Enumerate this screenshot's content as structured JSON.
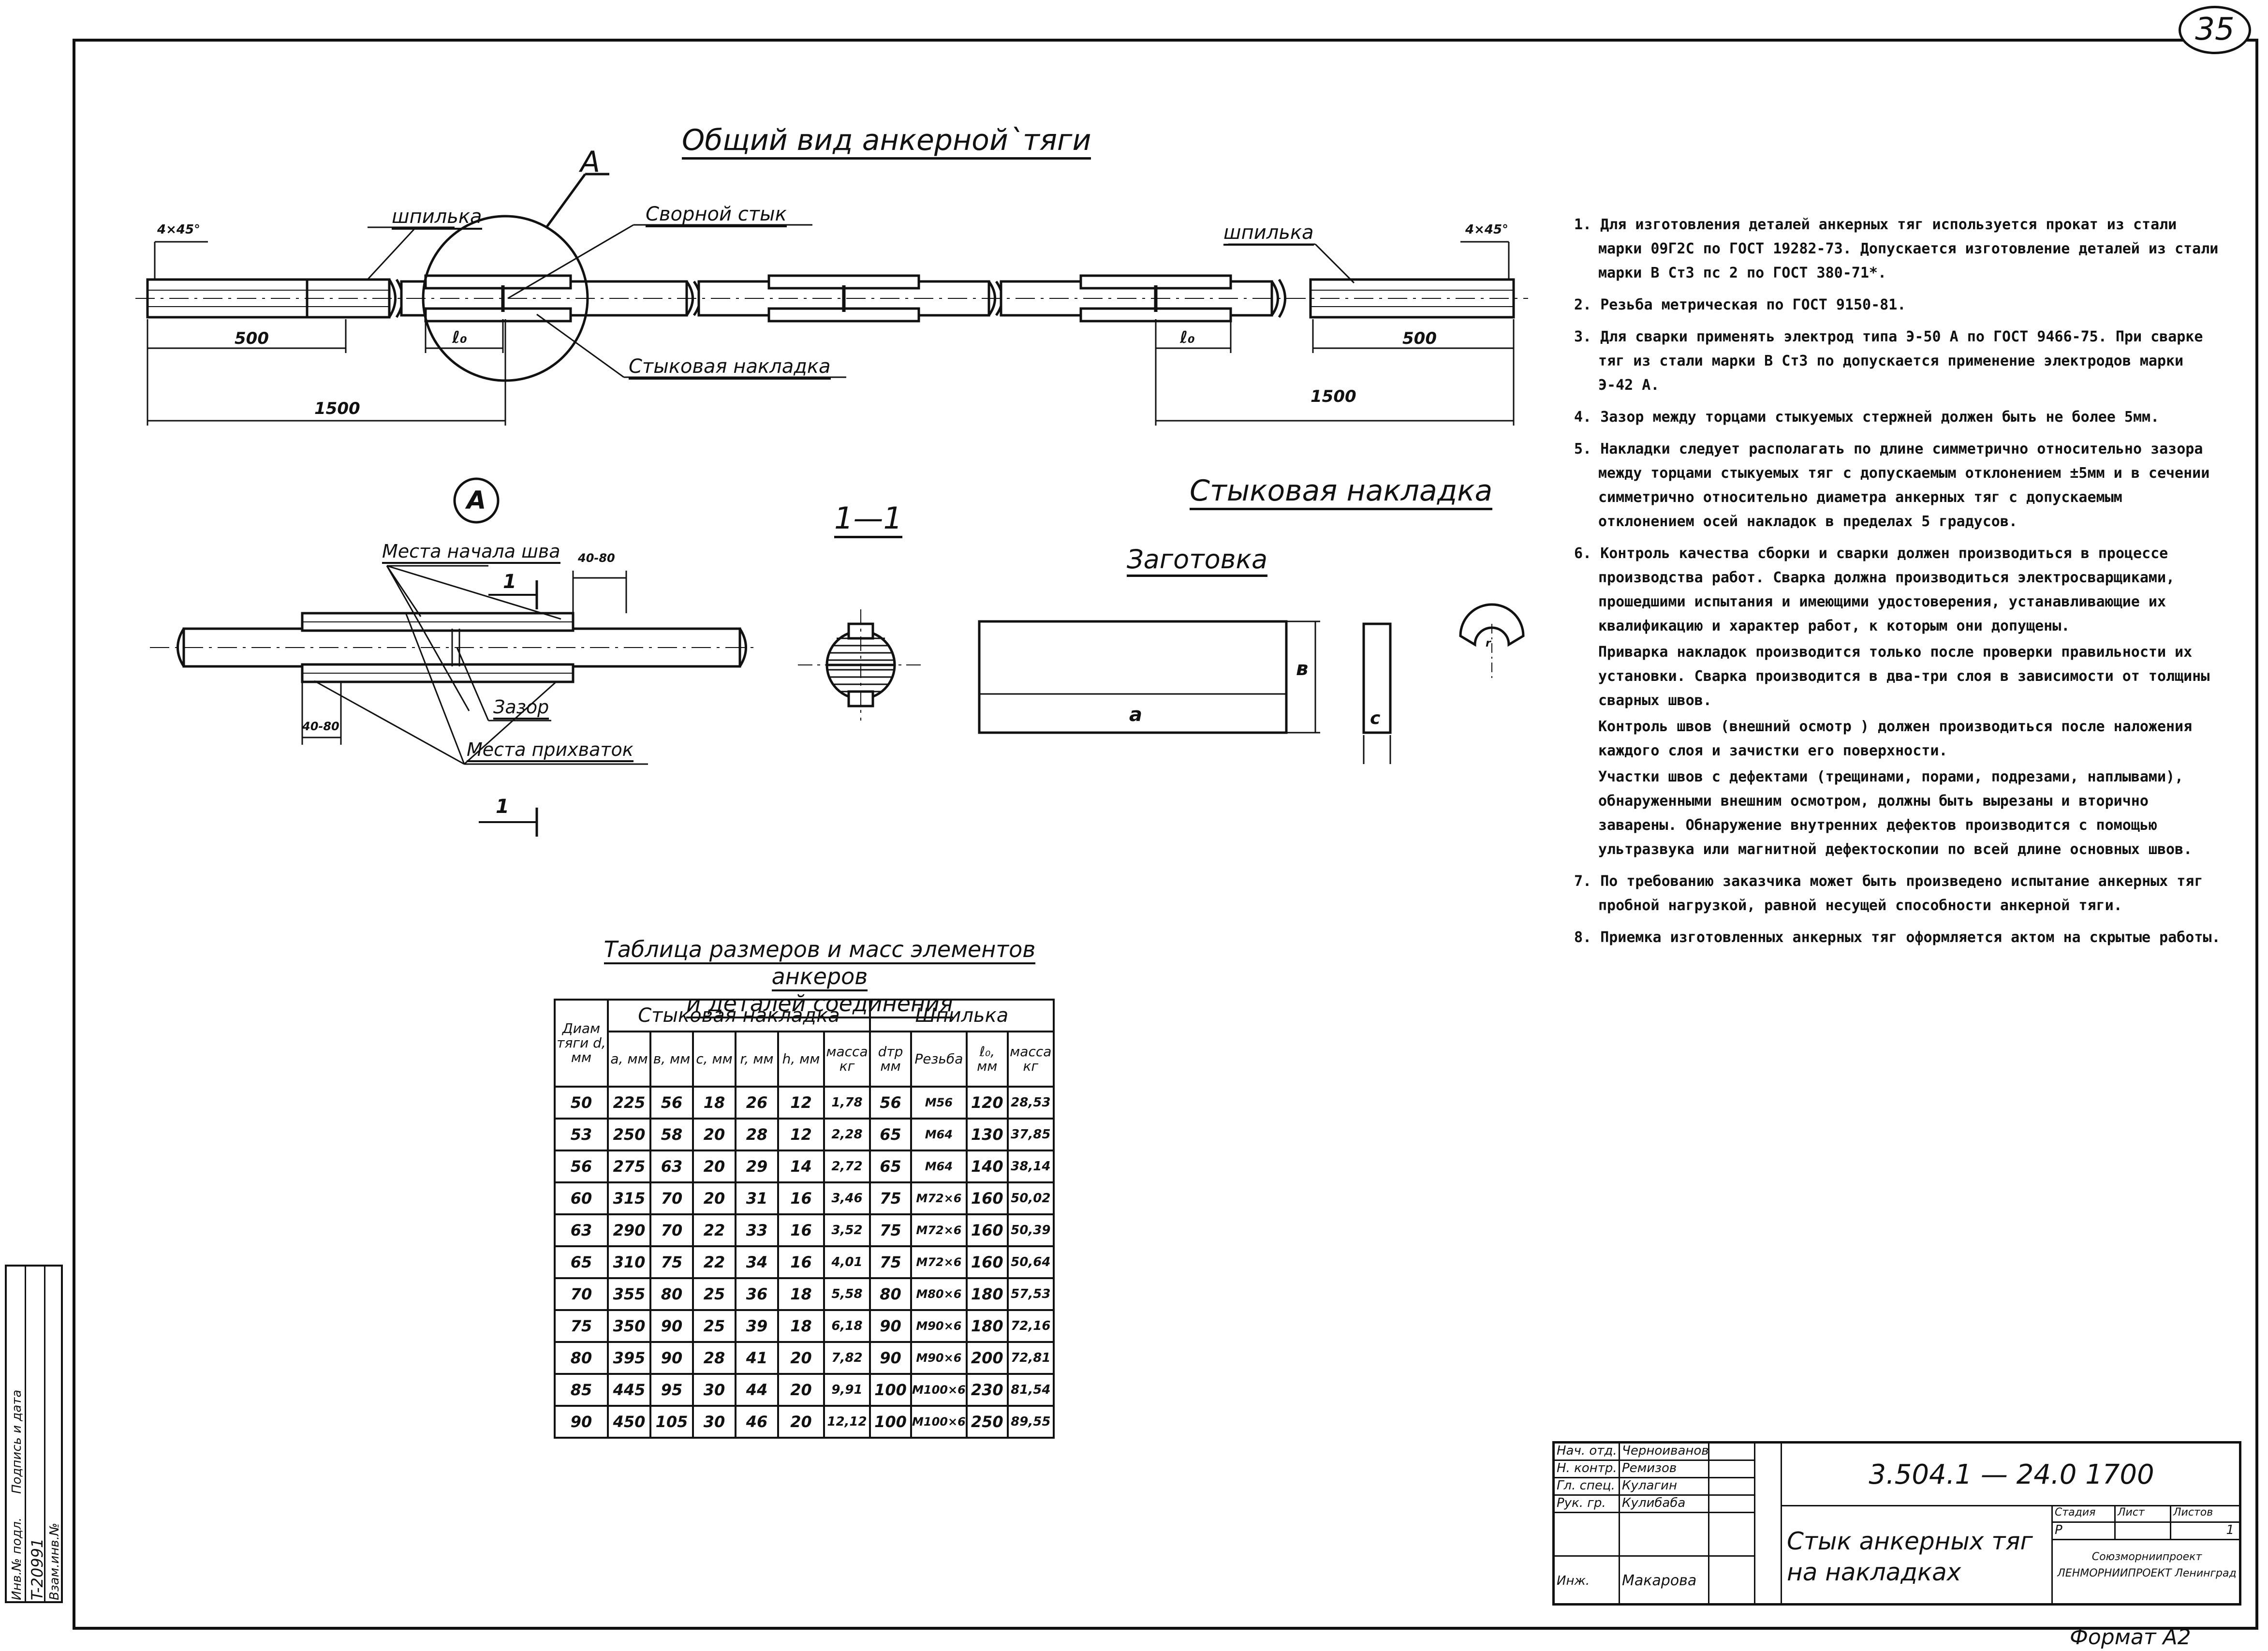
{
  "sheet_number": "35",
  "drawing_title": "Общий вид анкерной`тяги",
  "labels": {
    "callout_a": "A",
    "stud_left": "шпилька",
    "stud_right": "шпилька",
    "welded_joint": "Сворной стык",
    "butt_plate": "Стыковая накладка",
    "chamfer_left": "4×45°",
    "chamfer_right": "4×45°",
    "dim_500_left": "500",
    "dim_500_right": "500",
    "dim_1500_left": "1500",
    "dim_1500_right": "1500",
    "l0_left": "ℓ₀",
    "l0_right": "ℓ₀",
    "detail_a": "A",
    "weld_start": "Места начала шва",
    "gap": "Зазор",
    "tack_spots": "Места прихваток",
    "dim_40_80_top": "40-80",
    "dim_40_80_bottom": "40-80",
    "cut_mark_top": "1",
    "cut_mark_bottom": "1",
    "section_title": "1—1",
    "plate_title": "Стыковая накладка",
    "blank_title": "Заготовка",
    "dim_a": "a",
    "dim_b": "в",
    "dim_c": "c",
    "dim_r": "r"
  },
  "notes": [
    {
      "num": "1.",
      "text": "Для изготовления деталей анкерных тяг используется прокат из стали марки 09Г2С по ГОСТ 19282-73. Допускается изготовление деталей из стали марки В Ст3 пс 2 по ГОСТ 380-71*."
    },
    {
      "num": "2.",
      "text": "Резьба метрическая по ГОСТ 9150-81."
    },
    {
      "num": "3.",
      "text": "Для сварки применять электрод типа Э-50 А по ГОСТ 9466-75. При сварке тяг из стали марки В Ст3 по допускается применение электродов марки Э-42 А."
    },
    {
      "num": "4.",
      "text": "Зазор между торцами стыкуемых стержней должен быть не более 5мм."
    },
    {
      "num": "5.",
      "text": "Накладки следует располагать по длине симметрично относительно зазора между торцами стыкуемых тяг с допускаемым отклонением ±5мм и в сечении симметрично относительно диаметра анкерных тяг с допускаемым отклонением осей накладок в пределах 5 градусов."
    },
    {
      "num": "6.",
      "text": "Контроль качества сборки и сварки должен производиться в процессе производства работ. Сварка должна производиться электросварщиками, прошедшими испытания и имеющими удостоверения, устанавливающие их квалификацию и характер работ, к которым они допущены."
    },
    {
      "num": "",
      "text": "Приварка накладок производится только после проверки правильности их установки. Сварка производится в два-три слоя в зависимости от толщины сварных швов."
    },
    {
      "num": "",
      "text": "Контроль швов (внешний осмотр ) должен производиться после наложения каждого слоя и зачистки его поверхности."
    },
    {
      "num": "",
      "text": "Участки швов с дефектами (трещинами, порами, подрезами, наплывами), обнаруженными внешним осмотром, должны быть вырезаны и вторично заварены. Обнаружение внутренних дефектов производится с помощью ультразвука или магнитной дефектоскопии по всей длине основных швов."
    },
    {
      "num": "7.",
      "text": "По требованию заказчика может быть произведено испытание анкерных тяг пробной нагрузкой, равной несущей способности анкерной тяги."
    },
    {
      "num": "8.",
      "text": "Приемка изготовленных анкерных тяг оформляется актом на скрытые работы."
    }
  ],
  "table": {
    "title_line1": "Таблица размеров и масс элементов анкеров",
    "title_line2": "и деталей соединения",
    "group_plate": "Стыковая накладка",
    "group_stud": "Шпилька",
    "headers": [
      "Диам тяги d, мм",
      "a, мм",
      "в, мм",
      "c, мм",
      "r, мм",
      "h, мм",
      "масса кг",
      "dтр мм",
      "Резьба",
      "ℓ₀, мм",
      "масса кг"
    ],
    "rows": [
      [
        "50",
        "225",
        "56",
        "18",
        "26",
        "12",
        "1,78",
        "56",
        "М56",
        "120",
        "28,53"
      ],
      [
        "53",
        "250",
        "58",
        "20",
        "28",
        "12",
        "2,28",
        "65",
        "М64",
        "130",
        "37,85"
      ],
      [
        "56",
        "275",
        "63",
        "20",
        "29",
        "14",
        "2,72",
        "65",
        "М64",
        "140",
        "38,14"
      ],
      [
        "60",
        "315",
        "70",
        "20",
        "31",
        "16",
        "3,46",
        "75",
        "М72×6",
        "160",
        "50,02"
      ],
      [
        "63",
        "290",
        "70",
        "22",
        "33",
        "16",
        "3,52",
        "75",
        "М72×6",
        "160",
        "50,39"
      ],
      [
        "65",
        "310",
        "75",
        "22",
        "34",
        "16",
        "4,01",
        "75",
        "М72×6",
        "160",
        "50,64"
      ],
      [
        "70",
        "355",
        "80",
        "25",
        "36",
        "18",
        "5,58",
        "80",
        "М80×6",
        "180",
        "57,53"
      ],
      [
        "75",
        "350",
        "90",
        "25",
        "39",
        "18",
        "6,18",
        "90",
        "М90×6",
        "180",
        "72,16"
      ],
      [
        "80",
        "395",
        "90",
        "28",
        "41",
        "20",
        "7,82",
        "90",
        "М90×6",
        "200",
        "72,81"
      ],
      [
        "85",
        "445",
        "95",
        "30",
        "44",
        "20",
        "9,91",
        "100",
        "М100×6",
        "230",
        "81,54"
      ],
      [
        "90",
        "450",
        "105",
        "30",
        "46",
        "20",
        "12,12",
        "100",
        "М100×6",
        "250",
        "89,55"
      ]
    ]
  },
  "stamp": {
    "code": "3.504.1 — 24.0 1700",
    "title": "Стык анкерных тяг на накладках",
    "stage_hdr": "Стадия",
    "sheet_hdr": "Лист",
    "sheets_hdr": "Листов",
    "stage": "Р",
    "sheet": "",
    "sheets": "1",
    "org": "Союзморниипроект ЛЕНМОРНИИПРОЕКТ Ленинград",
    "roles": [
      "Нач. отд.",
      "Н. контр.",
      "Гл. спец.",
      "Рук. гр.",
      "Инж."
    ],
    "names": [
      "Черноиванов",
      "Ремизов",
      "Кулагин",
      "Кулибаба",
      "Макарова"
    ]
  },
  "side_stamp": {
    "col1_label": "Инв.№ подл.",
    "col1_value": "T-20991",
    "col2_label": "Подпись и дата",
    "col3_label": "Взам.инв.№"
  },
  "format": "Формат А2"
}
